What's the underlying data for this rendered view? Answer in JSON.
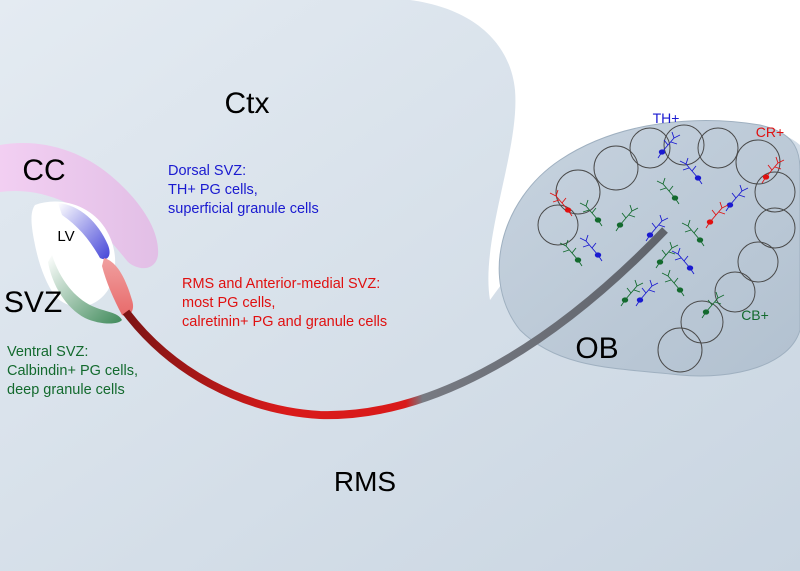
{
  "labels": {
    "ctx": "Ctx",
    "cc": "CC",
    "lv": "LV",
    "svz": "SVZ",
    "rms": "RMS",
    "ob": "OB"
  },
  "annotations": {
    "dorsal": "Dorsal SVZ:\nTH+ PG cells,\nsuperficial granule cells",
    "rms_am": "RMS and Anterior-medial SVZ:\nmost PG cells,\ncalretinin+ PG and granule cells",
    "ventral": "Ventral SVZ:\nCalbindin+ PG cells,\ndeep granule cells"
  },
  "markers": {
    "th": "TH+",
    "cr": "CR+",
    "cb": "CB+"
  },
  "colors": {
    "dorsal": "#1a1ad0",
    "rms": "#e01010",
    "ventral": "#136a2e",
    "brain_fill": "#d3dee8",
    "ob_fill": "#b9c8d6",
    "cc_fill": "#eec8ee",
    "stream_gray": "#6d7078"
  }
}
